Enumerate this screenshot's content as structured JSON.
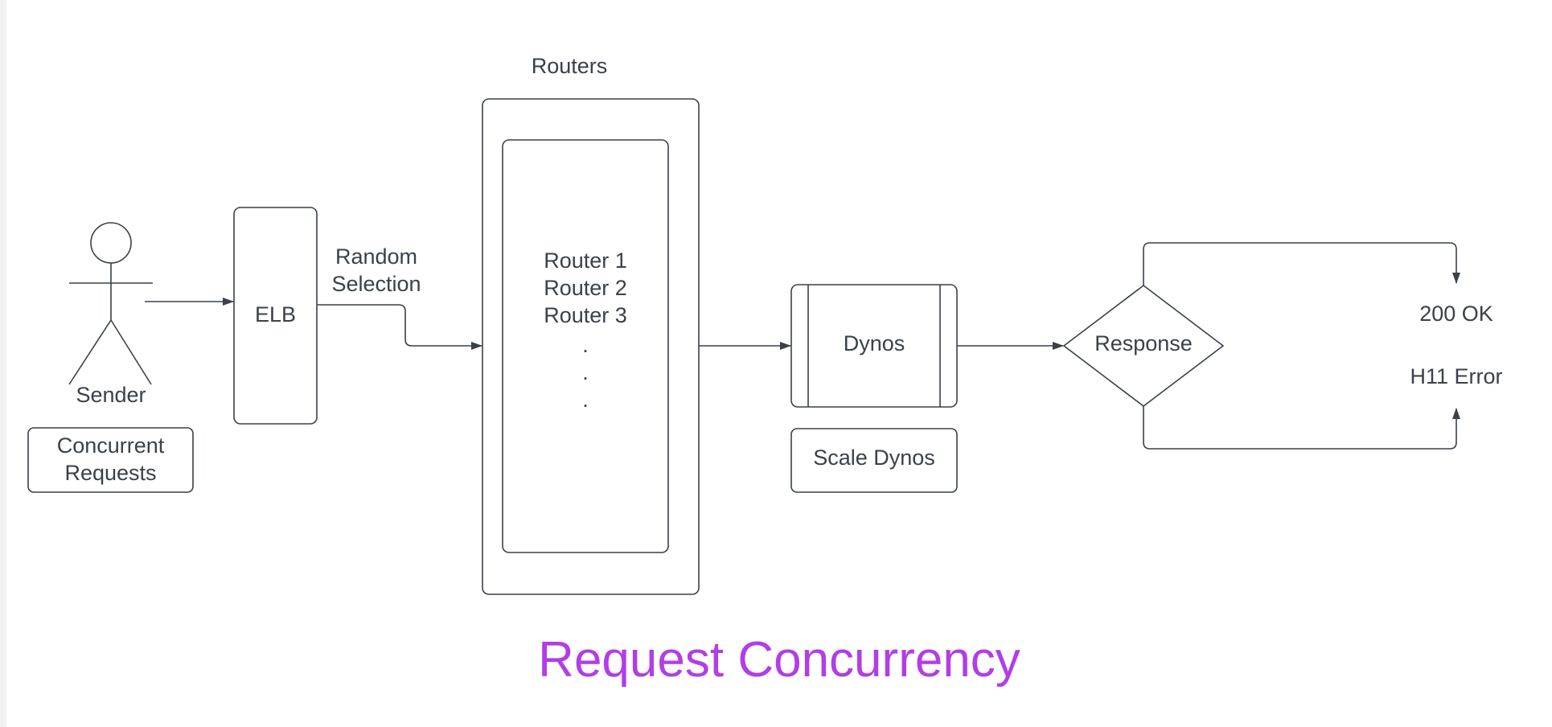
{
  "diagram": {
    "title": "Request Concurrency",
    "title_color": "#b13ee6",
    "stroke_color": "#3a414a",
    "text_color": "#3a414a",
    "nodes": {
      "sender": {
        "label": "Sender",
        "icon": "stick-figure-actor-icon"
      },
      "concurrent_requests": {
        "label": "Concurrent\nRequests"
      },
      "elb": {
        "label": "ELB"
      },
      "routers_group": {
        "label": "Routers"
      },
      "router_list": {
        "label": "Router 1\nRouter 2\nRouter 3"
      },
      "router_ellipsis": {
        "label": ".\n.\n."
      },
      "dynos": {
        "label": "Dynos"
      },
      "scale_dynos": {
        "label": "Scale Dynos"
      },
      "response": {
        "label": "Response"
      },
      "ok": {
        "label": "200 OK"
      },
      "error": {
        "label": "H11 Error"
      }
    },
    "edges": {
      "elb_to_routers": {
        "label": "Random\nSelection"
      }
    }
  }
}
